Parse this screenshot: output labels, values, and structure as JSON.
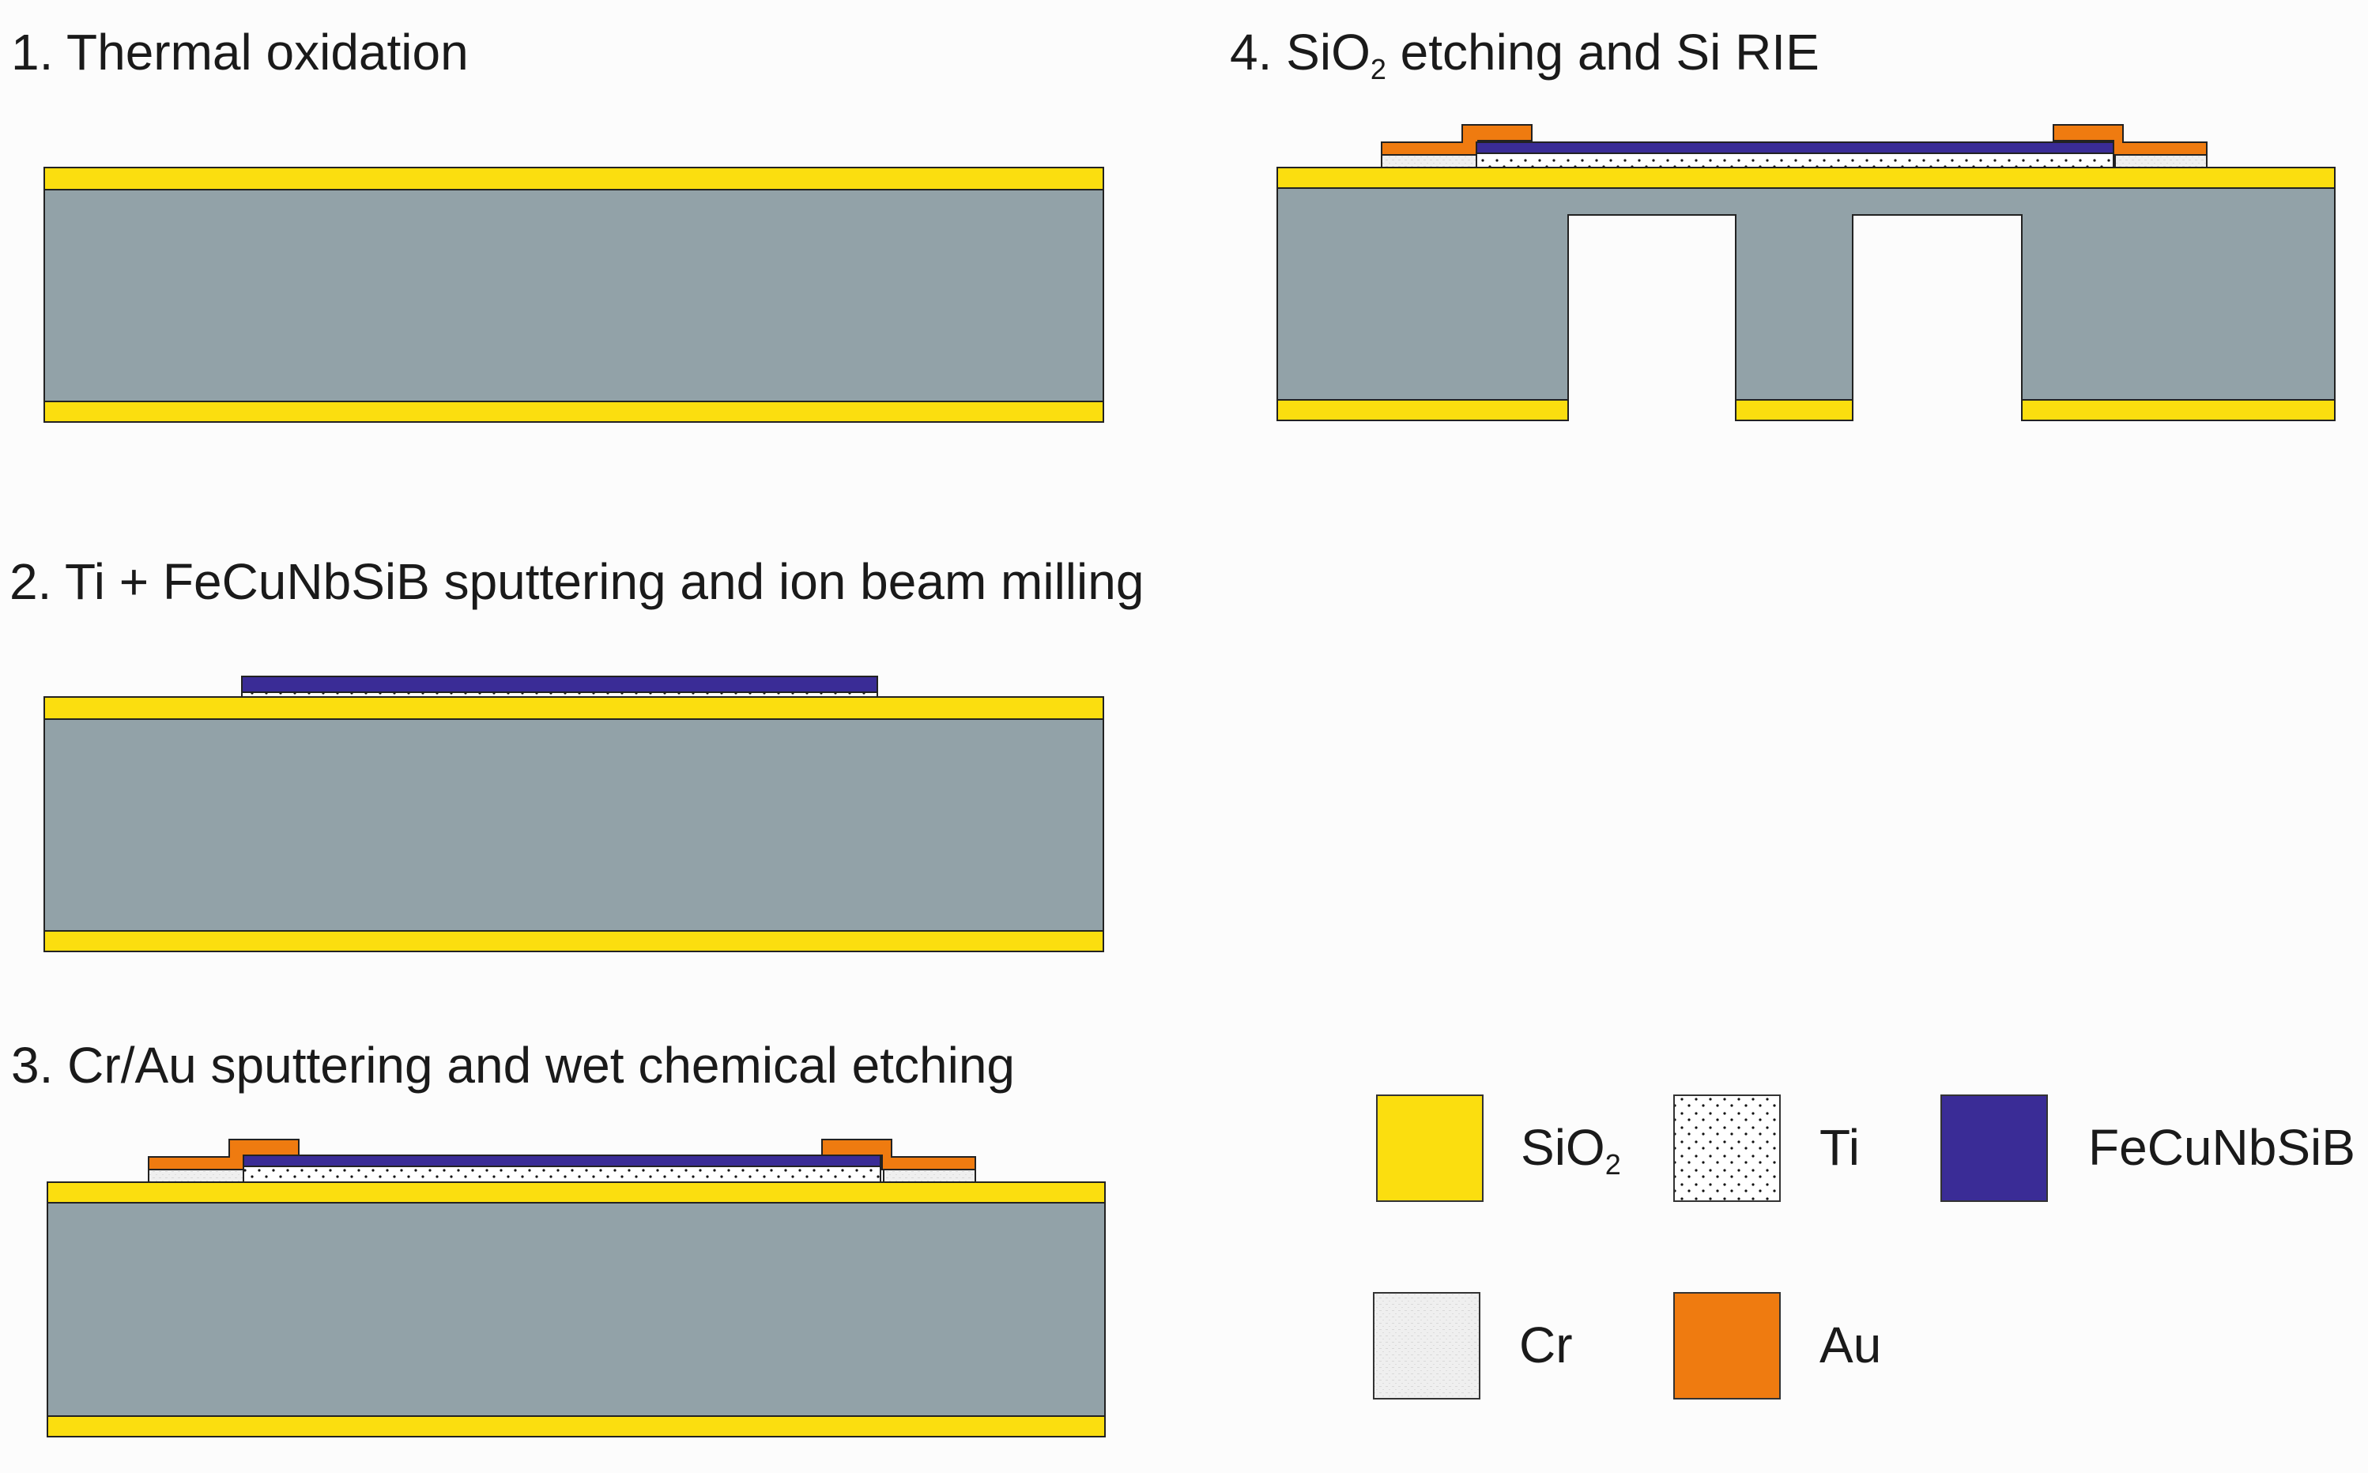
{
  "steps": [
    {
      "number": "1.",
      "text": "Thermal oxidation"
    },
    {
      "number": "2.",
      "text": "Ti + FeCuNbSiB sputtering and ion beam milling"
    },
    {
      "number": "3.",
      "text": "Cr/Au sputtering and wet chemical etching"
    },
    {
      "number": "4.",
      "text": "SiO",
      "sub": "2",
      "text_after": " etching and Si RIE"
    }
  ],
  "legend": {
    "sio2": {
      "label": "SiO",
      "sub": "2"
    },
    "ti": {
      "label": "Ti"
    },
    "fecunbsib": {
      "label": "FeCuNbSiB"
    },
    "cr": {
      "label": "Cr"
    },
    "au": {
      "label": "Au"
    }
  },
  "colors": {
    "background": "#fcfcfc",
    "silicon": "#92a2a8",
    "sio2": "#fbde0f",
    "fecunbsib": "#3a2c96",
    "au": "#ef7b10",
    "cr": "#eeeeee",
    "ti": "#ffffff",
    "outline": "#222222"
  }
}
